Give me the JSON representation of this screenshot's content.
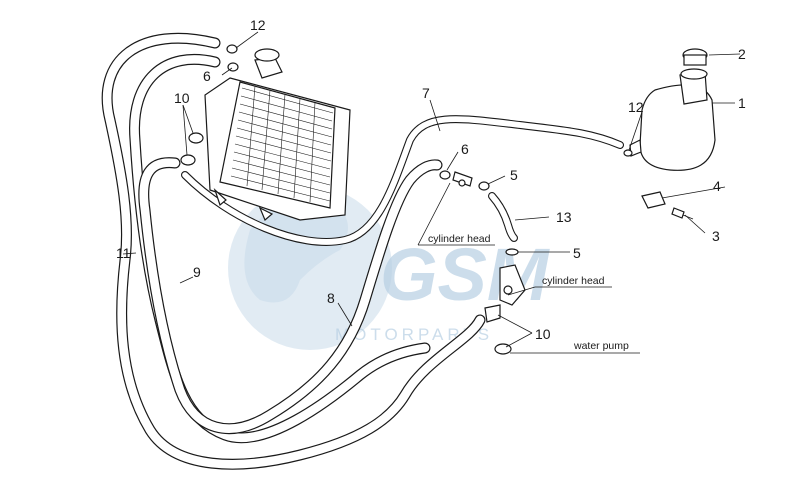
{
  "watermark": {
    "brand": "GSM",
    "sub": "MOTORPARTS",
    "color": "#c9dbea"
  },
  "callouts": {
    "c1": "1",
    "c2": "2",
    "c3": "3",
    "c4": "4",
    "c5a": "5",
    "c5b": "5",
    "c6a": "6",
    "c6b": "6",
    "c7": "7",
    "c8": "8",
    "c9": "9",
    "c10a": "10",
    "c10b": "10",
    "c11": "11",
    "c12a": "12",
    "c12b": "12",
    "c13": "13"
  },
  "notes": {
    "cylinder_head_1": "cylinder head",
    "cylinder_head_2": "cylinder head",
    "water_pump": "water pump"
  },
  "colors": {
    "line": "#1a1a1a",
    "background": "#ffffff"
  }
}
